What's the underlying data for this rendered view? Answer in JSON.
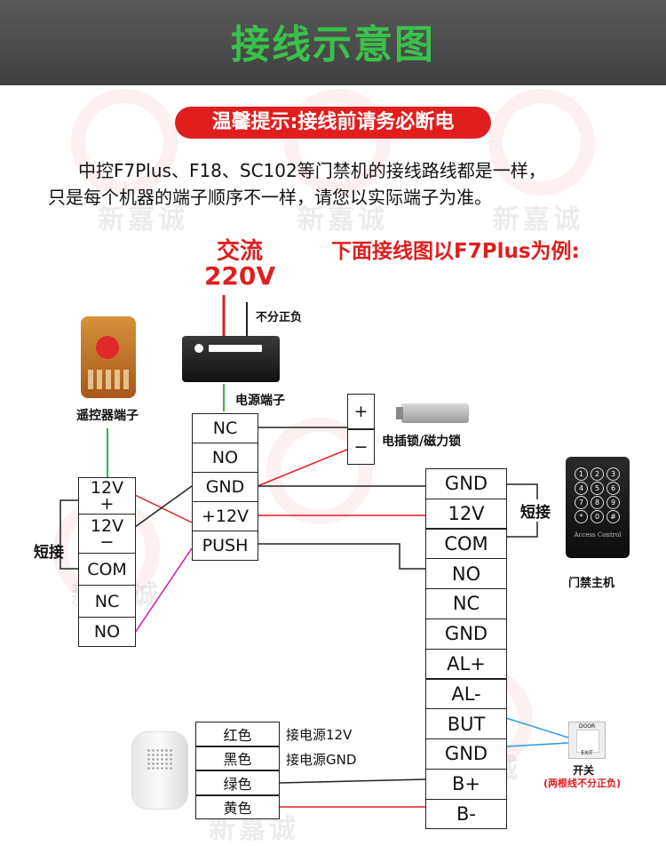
{
  "header": {
    "title": "接线示意图"
  },
  "warning": "温馨提示:接线前请务必断电",
  "intro": {
    "line1": "中控F7Plus、F18、SC102等门禁机的接线路线都是一样，",
    "line2": "只是每个机器的端子顺序不一样，请您以实际端子为准。"
  },
  "watermark": "新嘉诚",
  "ac": {
    "line1": "交流",
    "line2": "220V"
  },
  "example_note": "下面接线图以F7Plus为例:",
  "labels": {
    "no_polarity": "不分正负",
    "power_terminal": "电源端子",
    "remote_terminal": "遥控器端子",
    "lock": "电插锁/磁力锁",
    "access_host": "门禁主机",
    "short_left": "短接",
    "short_right": "短接",
    "switch": "开关",
    "switch_note": "(两根线不分正负)",
    "lock_plus": "+",
    "lock_minus": "−"
  },
  "power_terminals": [
    "NC",
    "NO",
    "GND",
    "+12V",
    "PUSH"
  ],
  "remote_terminals": [
    "12V\n+",
    "12V\n−",
    "COM",
    "NC",
    "NO"
  ],
  "host_terminals": [
    "GND",
    "12V",
    "COM",
    "NO",
    "NC",
    "GND",
    "AL+",
    "AL-",
    "BUT",
    "GND",
    "B+",
    "B-"
  ],
  "bell_wires": [
    {
      "color": "红色",
      "desc": "接电源12V"
    },
    {
      "color": "黑色",
      "desc": "接电源GND"
    },
    {
      "color": "绿色",
      "desc": ""
    },
    {
      "color": "黄色",
      "desc": ""
    }
  ],
  "keypad_keys": [
    "1",
    "2",
    "3",
    "4",
    "5",
    "6",
    "7",
    "8",
    "9",
    "*",
    "0",
    "#"
  ],
  "switch_text": {
    "top": "DOOR",
    "bottom": "EXIT"
  },
  "keypad_caption": "Access Control",
  "colors": {
    "red": "#e01e1e",
    "green": "#2db54a",
    "blue": "#2a9be0",
    "magenta": "#d41aa8",
    "header": "#4a4a4a",
    "title_green": "#39c24a"
  }
}
